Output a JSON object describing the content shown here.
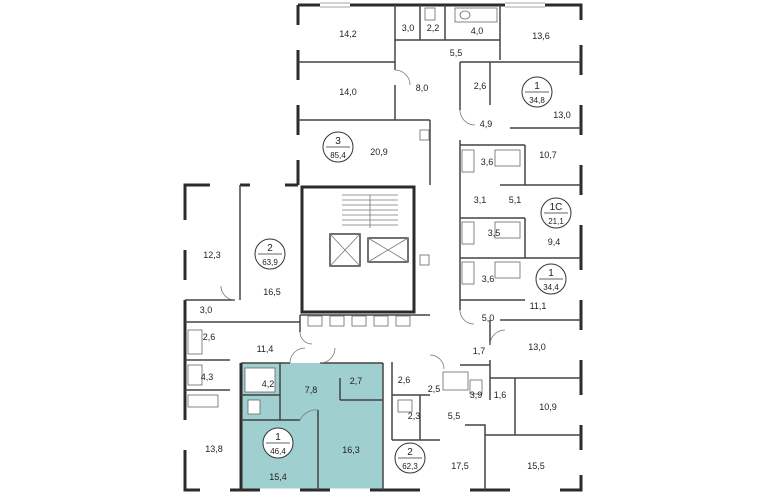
{
  "plan": {
    "accent_color": "#9fcfcf",
    "rooms": [
      {
        "id": "r142",
        "label": "14,2"
      },
      {
        "id": "r30a",
        "label": "3,0"
      },
      {
        "id": "r22",
        "label": "2,2"
      },
      {
        "id": "r40",
        "label": "4,0"
      },
      {
        "id": "r136",
        "label": "13,6"
      },
      {
        "id": "r55a",
        "label": "5,5"
      },
      {
        "id": "r140",
        "label": "14,0"
      },
      {
        "id": "r80",
        "label": "8,0"
      },
      {
        "id": "r26a",
        "label": "2,6"
      },
      {
        "id": "r130a",
        "label": "13,0"
      },
      {
        "id": "r49",
        "label": "4,9"
      },
      {
        "id": "r209",
        "label": "20,9"
      },
      {
        "id": "r36a",
        "label": "3,6"
      },
      {
        "id": "r107",
        "label": "10,7"
      },
      {
        "id": "r31",
        "label": "3,1"
      },
      {
        "id": "r51",
        "label": "5,1"
      },
      {
        "id": "r35",
        "label": "3,5"
      },
      {
        "id": "r94",
        "label": "9,4"
      },
      {
        "id": "r123",
        "label": "12,3"
      },
      {
        "id": "r165",
        "label": "16,5"
      },
      {
        "id": "r36b",
        "label": "3,6"
      },
      {
        "id": "r111",
        "label": "11,1"
      },
      {
        "id": "r30b",
        "label": "3,0"
      },
      {
        "id": "r50",
        "label": "5,0"
      },
      {
        "id": "r26b",
        "label": "2,6"
      },
      {
        "id": "r114",
        "label": "11,4"
      },
      {
        "id": "r17",
        "label": "1,7"
      },
      {
        "id": "r130b",
        "label": "13,0"
      },
      {
        "id": "r43",
        "label": "4,3"
      },
      {
        "id": "r42",
        "label": "4,2"
      },
      {
        "id": "r78",
        "label": "7,8"
      },
      {
        "id": "r27",
        "label": "2,7"
      },
      {
        "id": "r26c",
        "label": "2,6"
      },
      {
        "id": "r25",
        "label": "2,5"
      },
      {
        "id": "r39",
        "label": "3,9"
      },
      {
        "id": "r16",
        "label": "1,6"
      },
      {
        "id": "r109",
        "label": "10,9"
      },
      {
        "id": "r23",
        "label": "2,3"
      },
      {
        "id": "r55b",
        "label": "5,5"
      },
      {
        "id": "r138",
        "label": "13,8"
      },
      {
        "id": "r163",
        "label": "16,3"
      },
      {
        "id": "r154",
        "label": "15,4"
      },
      {
        "id": "r175",
        "label": "17,5"
      },
      {
        "id": "r155",
        "label": "15,5"
      }
    ],
    "apartments": [
      {
        "id": "a1",
        "rooms": "1",
        "area": "34,8"
      },
      {
        "id": "a2",
        "rooms": "3",
        "area": "85,4"
      },
      {
        "id": "a3",
        "rooms": "1С",
        "area": "21,1"
      },
      {
        "id": "a4",
        "rooms": "2",
        "area": "63,9"
      },
      {
        "id": "a5",
        "rooms": "1",
        "area": "34,4"
      },
      {
        "id": "a6",
        "rooms": "1",
        "area": "46,4"
      },
      {
        "id": "a7",
        "rooms": "2",
        "area": "62,3"
      }
    ]
  }
}
